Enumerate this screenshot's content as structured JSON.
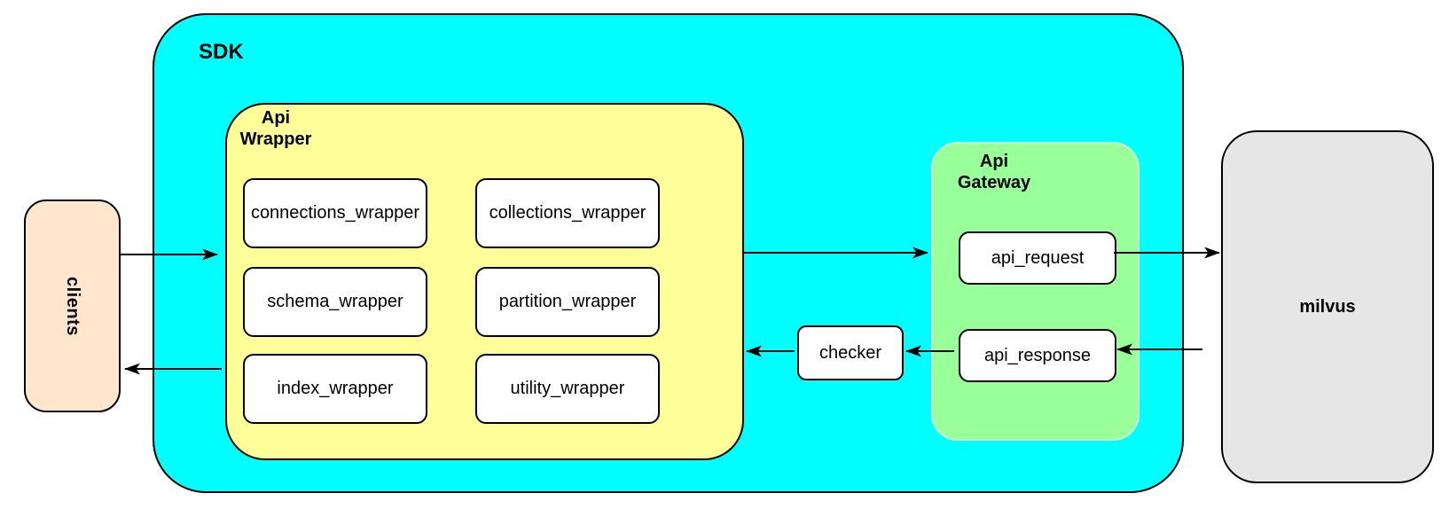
{
  "diagram": {
    "nodes": {
      "clients": {
        "label": "clients",
        "fill": "#FFE6CC"
      },
      "sdk": {
        "label": "SDK",
        "fill": "#00FFFF"
      },
      "api_wrapper": {
        "label_lines": [
          "Api",
          "Wrapper"
        ],
        "fill": "#FFFF99",
        "modules": [
          "connections_wrapper",
          "collections_wrapper",
          "schema_wrapper",
          "partition_wrapper",
          "index_wrapper",
          "utility_wrapper"
        ]
      },
      "checker": {
        "label": "checker",
        "fill": "#FFFFFF"
      },
      "api_gateway": {
        "label_lines": [
          "Api",
          "Gateway"
        ],
        "fill": "#99FF99",
        "modules": [
          "api_request",
          "api_response"
        ]
      },
      "milvus": {
        "label": "milvus",
        "fill": "#E6E6E6"
      }
    },
    "edges": [
      {
        "from": "clients",
        "to": "api_wrapper",
        "direction": "right"
      },
      {
        "from": "api_wrapper",
        "to": "api_gateway",
        "direction": "right"
      },
      {
        "from": "api_request",
        "to": "milvus",
        "direction": "right"
      },
      {
        "from": "milvus",
        "to": "api_response",
        "direction": "left"
      },
      {
        "from": "api_response",
        "to": "checker",
        "direction": "left"
      },
      {
        "from": "checker",
        "to": "api_wrapper",
        "direction": "left"
      },
      {
        "from": "api_wrapper",
        "to": "clients",
        "direction": "left"
      }
    ],
    "colors": {
      "sdk_fill": "#00FFFF",
      "wrapper_fill": "#FFFF99",
      "gateway_fill": "#99FF99",
      "gateway_border": "#CCFFCC",
      "clients_fill": "#FFE6CC",
      "milvus_fill": "#E6E6E6",
      "node_fill": "#FFFFFF",
      "stroke": "#000000"
    }
  }
}
